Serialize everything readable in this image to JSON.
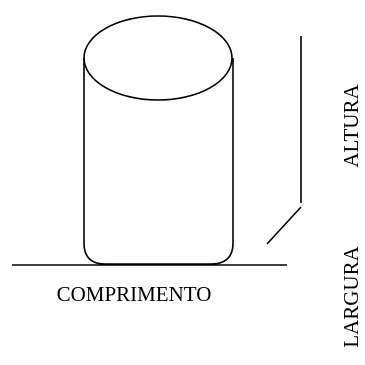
{
  "labels": {
    "length": "COMPRIMENTO",
    "height": "ALTURA",
    "width": "LARGURA"
  },
  "colors": {
    "stroke": "#000000",
    "background": "#ffffff"
  }
}
